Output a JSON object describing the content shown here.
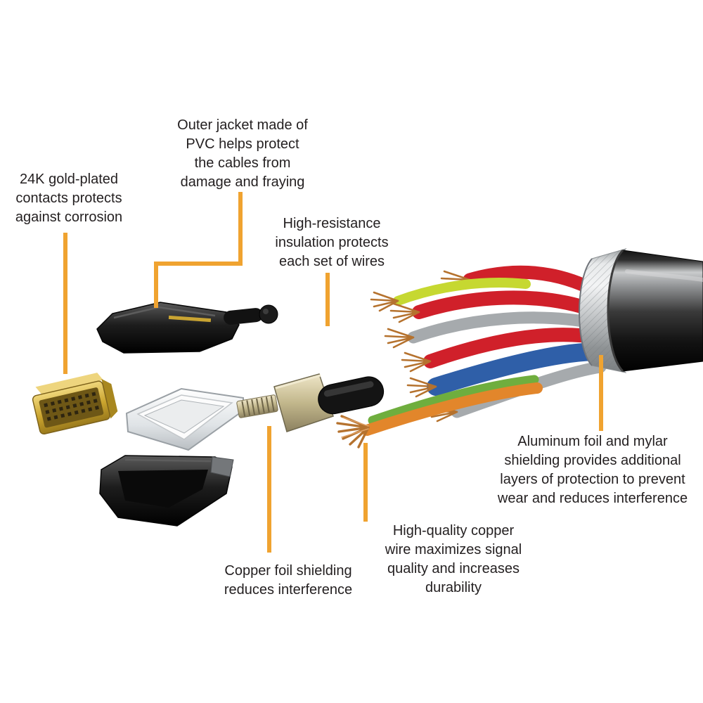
{
  "figure": {
    "subject": "Exploded view diagram of a DVI video cable and its internal components",
    "background_color": "#ffffff",
    "text_color": "#231f20",
    "accent_color": "#F0A330"
  },
  "colors": {
    "accent": "#F0A330",
    "copper": "#b5722e",
    "copper_light": "#e0a266",
    "gold": "#c9a432",
    "wire_red": "#d0202a",
    "wire_blue": "#2f5fa8",
    "wire_gray": "#a6aaad",
    "wire_green": "#6fae3e",
    "wire_orange": "#e2862b",
    "wire_yellow_green": "#c6d831",
    "jacket_black": "#0d0d0d",
    "foil_silver": "#c6c9cb"
  },
  "callouts": [
    {
      "id": "gold-contacts",
      "lines": [
        "24K gold-plated",
        "contacts protects",
        "against corrosion"
      ]
    },
    {
      "id": "outer-jacket",
      "lines": [
        "Outer jacket made of",
        "PVC helps protect",
        "the cables from",
        "damage and fraying"
      ]
    },
    {
      "id": "insulation",
      "lines": [
        "High-resistance",
        "insulation protects",
        "each set of wires"
      ]
    },
    {
      "id": "aluminum-foil",
      "lines": [
        "Aluminum foil and mylar",
        "shielding provides additional",
        "layers of protection to prevent",
        "wear and reduces interference"
      ]
    },
    {
      "id": "copper-wire",
      "lines": [
        "High-quality copper",
        "wire maximizes signal",
        "quality and increases",
        "durability"
      ]
    },
    {
      "id": "copper-foil",
      "lines": [
        "Copper foil shielding",
        "reduces interference"
      ]
    }
  ]
}
